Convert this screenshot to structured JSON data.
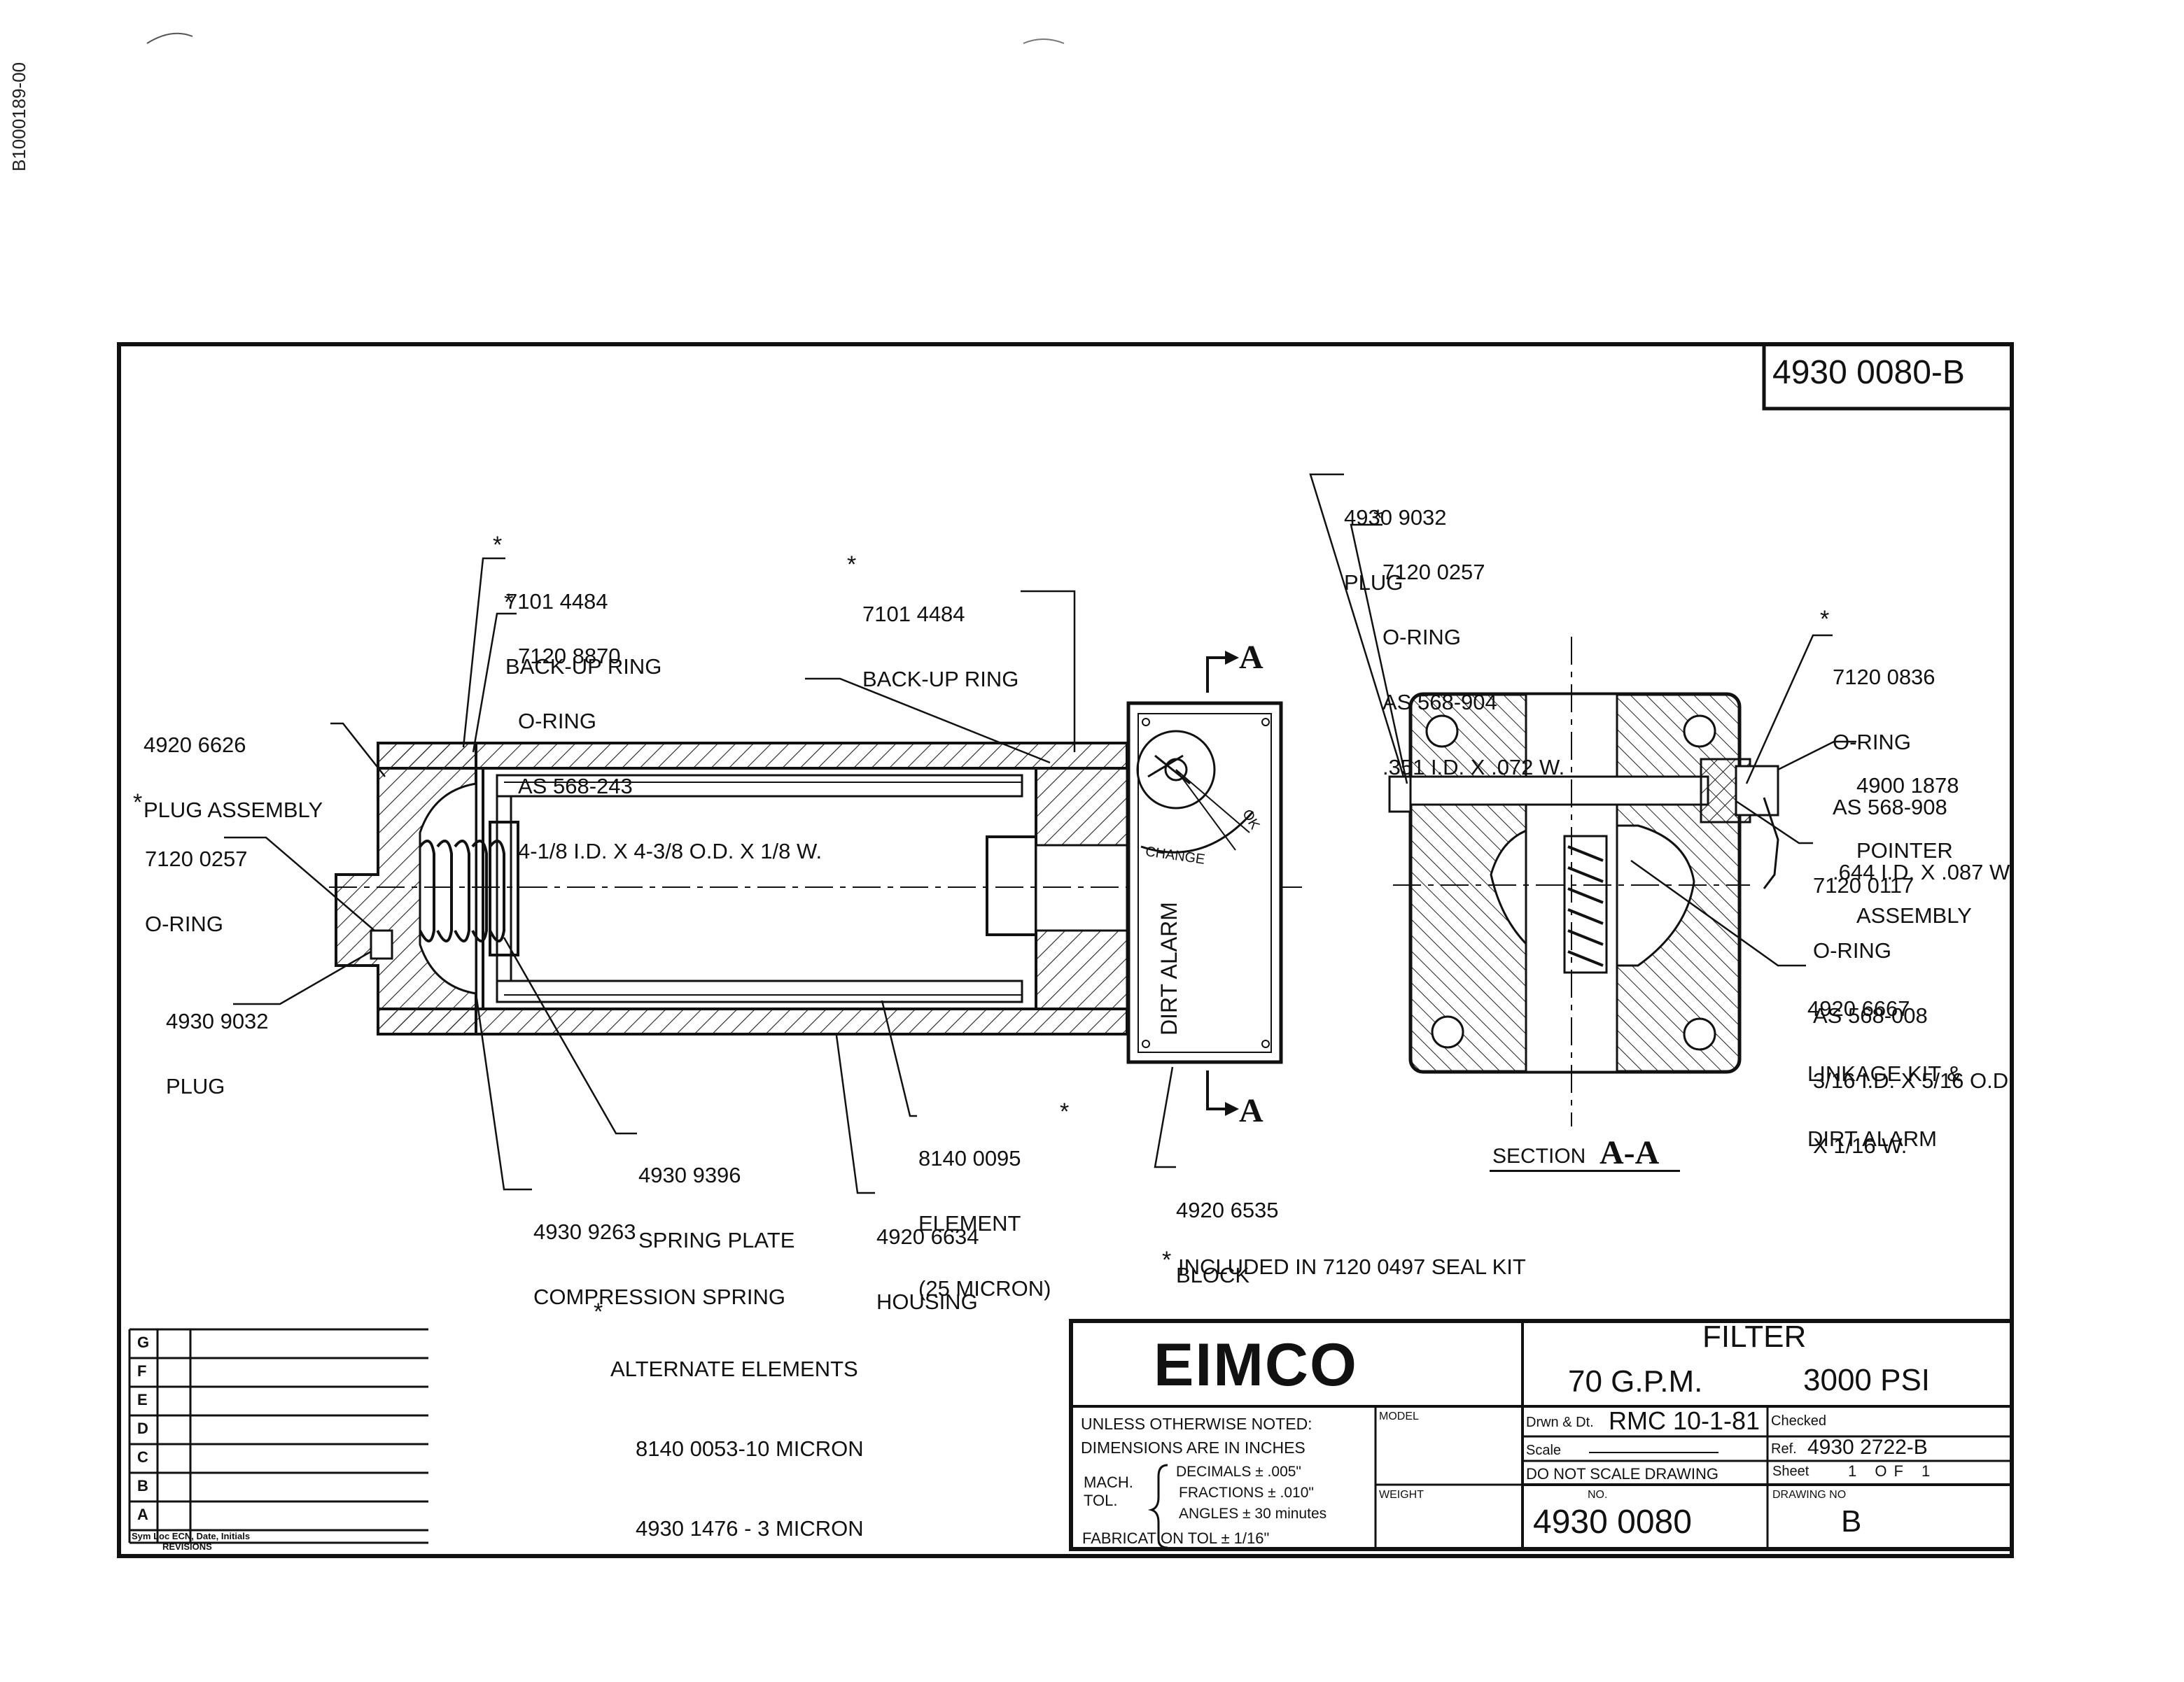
{
  "side_id": "B1000189-00",
  "doc_number_box": "4930 0080-B",
  "labels": {
    "plug_top": [
      "4930 9032",
      "PLUG"
    ],
    "oring_0257_top": [
      "7120 0257",
      "O-RING",
      "AS 568-904",
      ".351 I.D. X .072 W."
    ],
    "backup_left": [
      "7101 4484",
      "BACK-UP RING"
    ],
    "oring_8870": [
      "7120 8870",
      "O-RING",
      "AS 568-243",
      "4-1/8 I.D. X 4-3/8 O.D. X 1/8 W."
    ],
    "backup_mid": [
      "7101 4484",
      "BACK-UP RING"
    ],
    "plug_assembly": [
      "4920 6626",
      "PLUG ASSEMBLY"
    ],
    "oring_0257_left": [
      "7120 0257",
      "O-RING"
    ],
    "plug_left": [
      "4930 9032",
      "PLUG"
    ],
    "oring_0836": [
      "7120 0836",
      "O-RING",
      "AS 568-908",
      ".644 I.D. X .087 W."
    ],
    "pointer": [
      "4900 1878",
      "POINTER",
      "ASSEMBLY"
    ],
    "oring_0117": [
      "7120 0117",
      "O-RING",
      "AS 568-008",
      "3/16 I.D. X 5/16 O.D.",
      "X 1/16 W."
    ],
    "linkage": [
      "4920 6667",
      "LINKAGE KIT &",
      "DIRT ALARM"
    ],
    "spring_plate": [
      "4930 9396",
      "SPRING PLATE"
    ],
    "element": [
      "8140 0095",
      "ELEMENT",
      "(25 MICRON)"
    ],
    "spring": [
      "4930 9263",
      "COMPRESSION SPRING"
    ],
    "housing": [
      "4920 6634",
      "HOUSING"
    ],
    "block": [
      "4920 6535",
      "BLOCK"
    ]
  },
  "section_marker": "A",
  "section_title": "SECTION",
  "section_name": "A-A",
  "dial_text": "CHANGE",
  "dial_ok": "OK",
  "dirt_alarm": "DIRT ALARM",
  "seal_kit_note": "INCLUDED IN 7120 0497 SEAL KIT",
  "asterisk": "*",
  "alternate_elements": [
    "ALTERNATE ELEMENTS",
    "8140 0053-10 MICRON",
    "4930 1476 - 3 MICRON"
  ],
  "revisions": {
    "rows": [
      "G",
      "F",
      "E",
      "D",
      "C",
      "B",
      "A"
    ],
    "footer": "Sym Loc  ECN, Date, Initials",
    "title": "REVISIONS"
  },
  "title_block": {
    "company": "EIMCO",
    "title": "FILTER",
    "flow": "70 G.P.M.",
    "pressure": "3000 PSI",
    "unless_noted": "UNLESS OTHERWISE NOTED:",
    "dims": "DIMENSIONS ARE IN INCHES",
    "mach_tol": [
      "MACH.",
      "TOL."
    ],
    "decimals": "DECIMALS ± .005\"",
    "fractions": "FRACTIONS ± .010\"",
    "angles": "ANGLES ± 30 minutes",
    "fab_tol": "FABRICATION TOL ± 1/16\"",
    "model_label": "MODEL",
    "weight_label": "WEIGHT",
    "drawn_label": "Drwn & Dt.",
    "drawn_value": "RMC 10-1-81",
    "checked_label": "Checked",
    "scale_label": "Scale",
    "ref_label": "Ref.",
    "ref_value": "4930 2722-B",
    "do_not_scale": "DO NOT SCALE DRAWING",
    "sheet_label": "Sheet",
    "sheet_value": "1 OF 1",
    "no_label": "NO.",
    "no_value": "4930 0080",
    "drawing_no_label": "DRAWING NO",
    "rev_value": "B"
  }
}
